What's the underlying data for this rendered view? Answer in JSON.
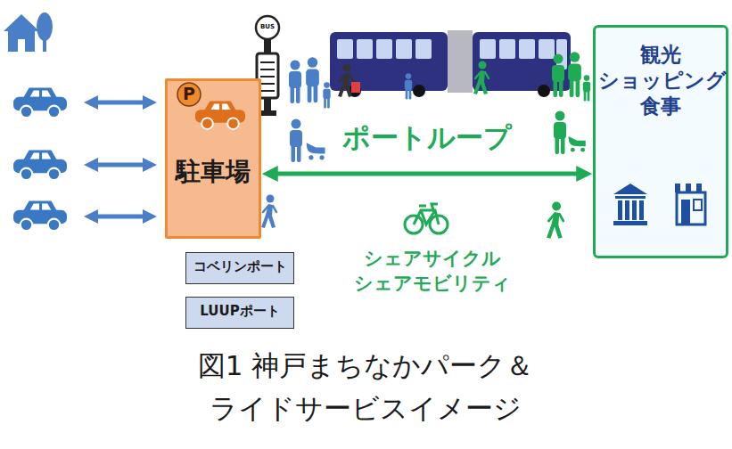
{
  "diagram": {
    "caption": "図1 神戸まちなかパーク＆ライドサービスイメージ",
    "nodes": [
      {
        "text": [
          "駐車場"
        ]
      },
      {
        "text": [
          "コベリンポート"
        ]
      },
      {
        "text": [
          "LUUPポート"
        ]
      },
      {
        "text": [
          "観光 ショッピング 食事"
        ]
      }
    ],
    "edges": [
      {
        "from": 0,
        "to": 3,
        "arrow": "both",
        "label": "ポートループ"
      }
    ],
    "labels": [
      "BUS",
      "P",
      "シェアサイクル シェアモビリティ"
    ]
  }
}
